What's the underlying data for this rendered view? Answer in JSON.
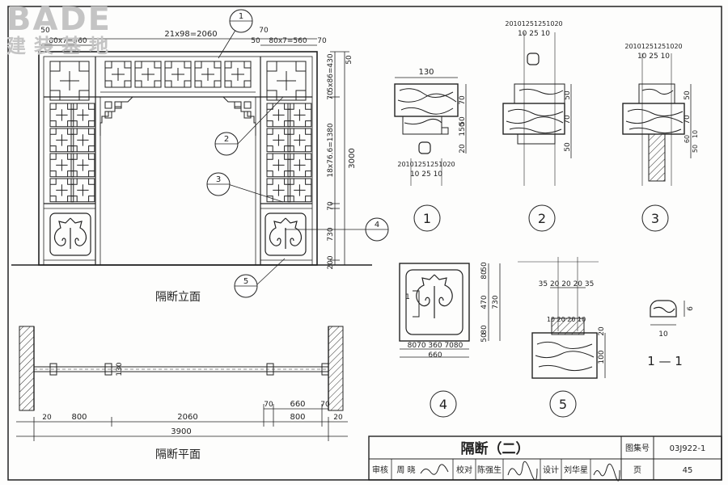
{
  "watermark": {
    "brand": "BADE",
    "subtitle": "建装基地"
  },
  "title_block": {
    "title": "隔断（二）",
    "atlas_label": "图集号",
    "atlas_no": "03J922-1",
    "page_label": "页",
    "page_no": "45",
    "review_label": "审核",
    "reviewer": "周 晓",
    "check_label": "校对",
    "checker": "陈强生",
    "design_label": "设计",
    "designer": "刘华星"
  },
  "elevation": {
    "caption": "隔断立面",
    "dims": {
      "top_total": "21x98=2060",
      "top_left": "80x7=560",
      "top_right": "80x7=560",
      "top_50a": "50",
      "top_70a": "70",
      "top_50b": "50",
      "top_70b": "70",
      "right_top": "5x86=430",
      "right_50a": "50",
      "right_70a": "70",
      "right_mid": "18x76.6=1380",
      "right_70b": "70",
      "right_730": "730",
      "right_200": "200",
      "right_total": "3000"
    }
  },
  "plan": {
    "caption": "隔断平面",
    "dims": {
      "wall_l": "20",
      "seg_left": "800",
      "seg_mid": "2060",
      "seg_70a": "70",
      "seg_660": "660",
      "seg_70b": "70",
      "seg_right": "800",
      "wall_r": "20",
      "total": "3900",
      "thk": "130"
    }
  },
  "callouts": [
    "1",
    "2",
    "3",
    "4",
    "5"
  ],
  "details": {
    "d1": {
      "label": "1",
      "width": "130",
      "top_row1": "20101251251020",
      "top_row2": "10  25  10",
      "v70": "70",
      "v50": "50",
      "v150": "150",
      "v20": "20",
      "bot_row1": "20101251251020",
      "bot_row2": "10  25  10"
    },
    "d2": {
      "label": "2",
      "top_row1": "20101251251020",
      "top_row2": "10  25  10",
      "v50a": "50",
      "v70": "70",
      "v50b": "50"
    },
    "d3": {
      "label": "3",
      "top_row1": "20101251251020",
      "top_row2": "10  25  10",
      "v50": "50",
      "v70": "70",
      "v10": "10",
      "v60": "60",
      "v50b": "50"
    },
    "d4": {
      "label": "4",
      "section_mark": "1",
      "v50": "50",
      "v80a": "80",
      "v470": "470",
      "v730": "730",
      "v80b": "80",
      "v50b": "50",
      "bottom": "8070  360  7080",
      "total": "660"
    },
    "d5": {
      "label": "5",
      "top": "35 20 20 20 35",
      "mid": "10 20 20 10",
      "v20": "20",
      "v100": "100"
    },
    "s11": {
      "label": "1 — 1",
      "width": "10",
      "height": "6"
    }
  }
}
